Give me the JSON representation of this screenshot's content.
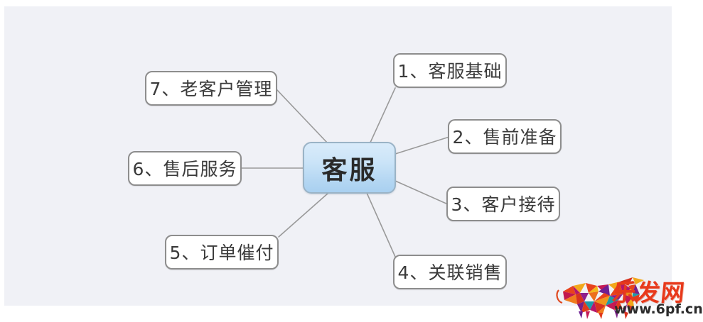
{
  "canvas": {
    "background_color": "#f0f1f6",
    "page_background_color": "#ffffff"
  },
  "diagram": {
    "type": "mind-map",
    "center": {
      "label": "客服",
      "fill_top_color": "#d9ebfa",
      "fill_bottom_color": "#a9d0f0",
      "border_color": "#9ab3c6"
    },
    "branches": [
      {
        "index": "1",
        "label": "1、客服基础",
        "position": "top-right"
      },
      {
        "index": "2",
        "label": "2、售前准备",
        "position": "right-upper"
      },
      {
        "index": "3",
        "label": "3、客户接待",
        "position": "right-lower"
      },
      {
        "index": "4",
        "label": "4、关联销售",
        "position": "bottom-right"
      },
      {
        "index": "5",
        "label": "5、订单催付",
        "position": "bottom-left"
      },
      {
        "index": "6",
        "label": "6、售后服务",
        "position": "left"
      },
      {
        "index": "7",
        "label": "7、老客户管理",
        "position": "top-left"
      }
    ],
    "node_style": {
      "leaf_fill_color": "#ffffff",
      "leaf_border_color": "#8d8d8d",
      "connector_color": "#9a9a9a"
    }
  },
  "watermark": {
    "brand_cn": "乐发网",
    "url": "www.6pf.cn",
    "brand_color": "#e8391b",
    "url_color": "#2b2b2b",
    "mark": "polygonal-bull-logo"
  }
}
